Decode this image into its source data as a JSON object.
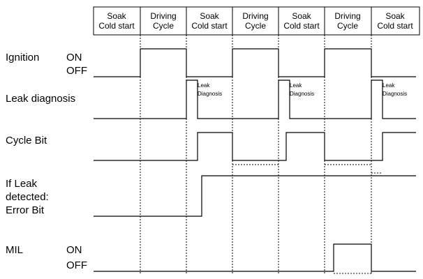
{
  "phases": [
    {
      "line1": "Soak",
      "line2": "Cold start"
    },
    {
      "line1": "Driving",
      "line2": "Cycle"
    },
    {
      "line1": "Soak",
      "line2": "Cold start"
    },
    {
      "line1": "Driving",
      "line2": "Cycle"
    },
    {
      "line1": "Soak",
      "line2": "Cold start"
    },
    {
      "line1": "Driving",
      "line2": "Cycle"
    },
    {
      "line1": "Soak",
      "line2": "Cold start"
    }
  ],
  "signals": {
    "ignition": {
      "label": "Ignition",
      "on": "ON",
      "off": "OFF"
    },
    "leak_diagnosis": {
      "label": "Leak diagnosis",
      "pulse_label_1": "Leak",
      "pulse_label_2": "Diagnosis"
    },
    "cycle_bit": {
      "label": "Cycle Bit"
    },
    "error_bit": {
      "label_1": "If Leak",
      "label_2": "detected:",
      "label_3": "Error Bit"
    },
    "mil": {
      "label": "MIL",
      "on": "ON",
      "off": "OFF"
    }
  }
}
